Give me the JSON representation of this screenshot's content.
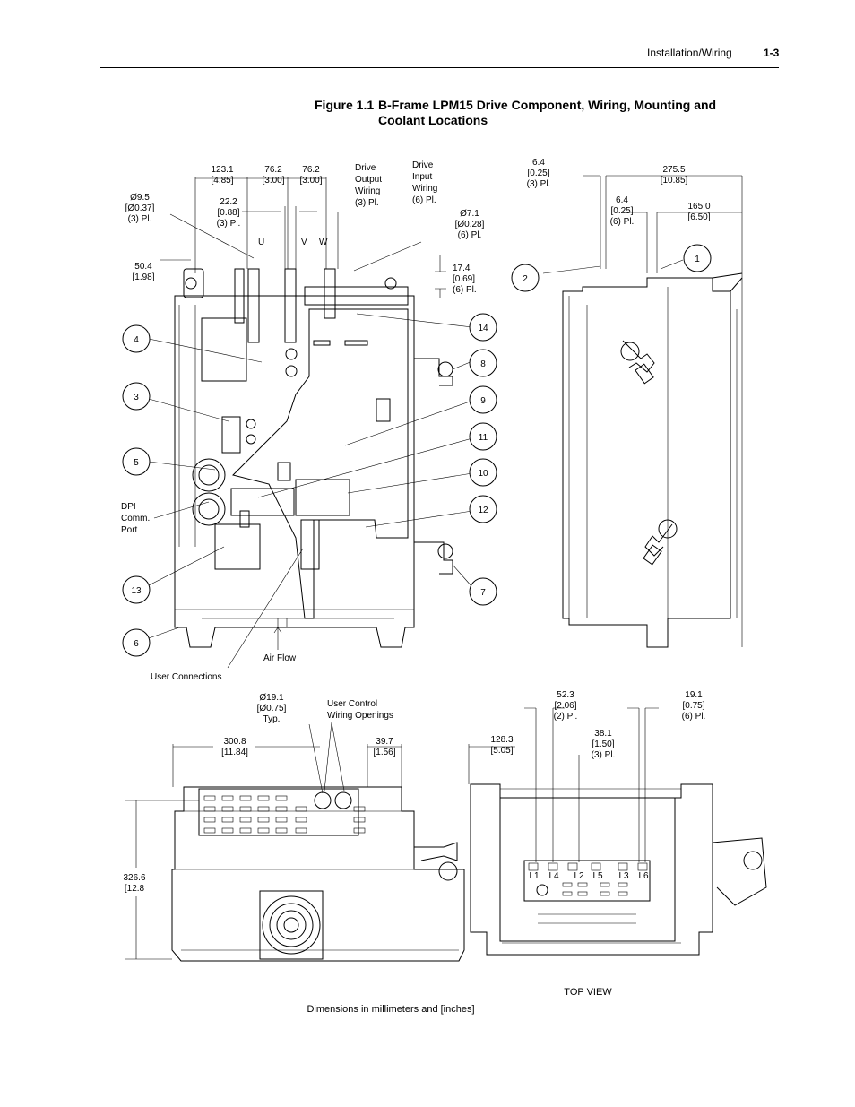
{
  "header": {
    "section": "Installation/Wiring",
    "page": "1-3"
  },
  "figure": {
    "number": "Figure 1.1",
    "caption_line1": "B-Frame LPM15 Drive Component, Wiring, Mounting and",
    "caption_line2": "Coolant Locations"
  },
  "front_view": {
    "dim_123": [
      "123.1",
      "[4.85]"
    ],
    "dim_76a": [
      "76.2",
      "[3.00]"
    ],
    "dim_76b": [
      "76.2",
      "[3.00]"
    ],
    "drive_output": [
      "Drive",
      "Output",
      "Wiring",
      "(3) Pl."
    ],
    "drive_input": [
      "Drive",
      "Input",
      "Wiring",
      "(6) Pl."
    ],
    "dim_95": [
      "Ø9.5",
      "[Ø0.37]",
      "(3) Pl."
    ],
    "dim_222": [
      "22.2",
      "[0.88]",
      "(3) Pl."
    ],
    "dim_71": [
      "Ø7.1",
      "[Ø0.28]",
      "(6) Pl."
    ],
    "phase_u": "U",
    "phase_v": "V",
    "phase_w": "W",
    "dim_504": [
      "50.4",
      "[1.98]"
    ],
    "dim_174": [
      "17.4",
      "[0.69]",
      "(6) Pl."
    ],
    "dpi": [
      "DPI",
      "Comm.",
      "Port"
    ],
    "air_flow": "Air Flow",
    "user_connections": "User Connections",
    "callouts_left": [
      "4",
      "3",
      "5",
      "13",
      "6"
    ],
    "callouts_right": [
      "14",
      "8",
      "9",
      "11",
      "10",
      "12",
      "7"
    ]
  },
  "side_view": {
    "dim_64a": [
      "6.4",
      "[0.25]",
      "(3) Pl."
    ],
    "dim_2755": [
      "275.5",
      "[10.85]"
    ],
    "dim_64b": [
      "6.4",
      "[0.25]",
      "(6) Pl."
    ],
    "dim_165": [
      "165.0",
      "[6.50]"
    ],
    "callouts": [
      "2",
      "1"
    ]
  },
  "bottom_view": {
    "dim_191": [
      "Ø19.1",
      "[Ø0.75]",
      "Typ."
    ],
    "user_control": [
      "User Control",
      "Wiring Openings"
    ],
    "dim_3008": [
      "300.8",
      "[11.84]"
    ],
    "dim_397": [
      "39.7",
      "[1.56]"
    ],
    "dim_3266": [
      "326.6",
      "[12.8"
    ]
  },
  "top_view": {
    "dim_523": [
      "52.3",
      "[2.06]",
      "(2) Pl."
    ],
    "dim_191b": [
      "19.1",
      "[0.75]",
      "(6) Pl."
    ],
    "dim_1283": [
      "128.3",
      "[5.05]"
    ],
    "dim_381": [
      "38.1",
      "[1.50]",
      "(3) Pl."
    ],
    "terminals": [
      "L1",
      "L4",
      "L2",
      "L5",
      "L3",
      "L6"
    ],
    "label": "TOP VIEW"
  },
  "footer_note": "Dimensions in millimeters and [inches]"
}
